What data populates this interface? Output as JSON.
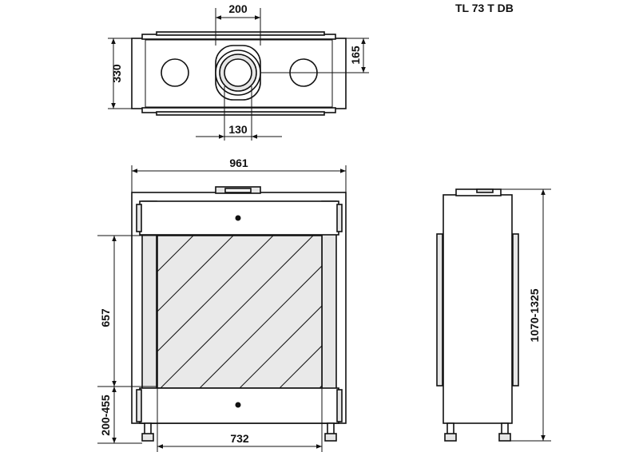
{
  "title": "TL 73 T DB",
  "top_view": {
    "dim_flue_outer": "200",
    "dim_depth": "330",
    "dim_flue_offset": "165",
    "dim_flue_inner": "130"
  },
  "front_view": {
    "dim_width": "961",
    "dim_glass_height": "657",
    "dim_base_height": "200-455",
    "dim_glass_width": "732"
  },
  "side_view": {
    "dim_total_height": "1070-1325"
  }
}
